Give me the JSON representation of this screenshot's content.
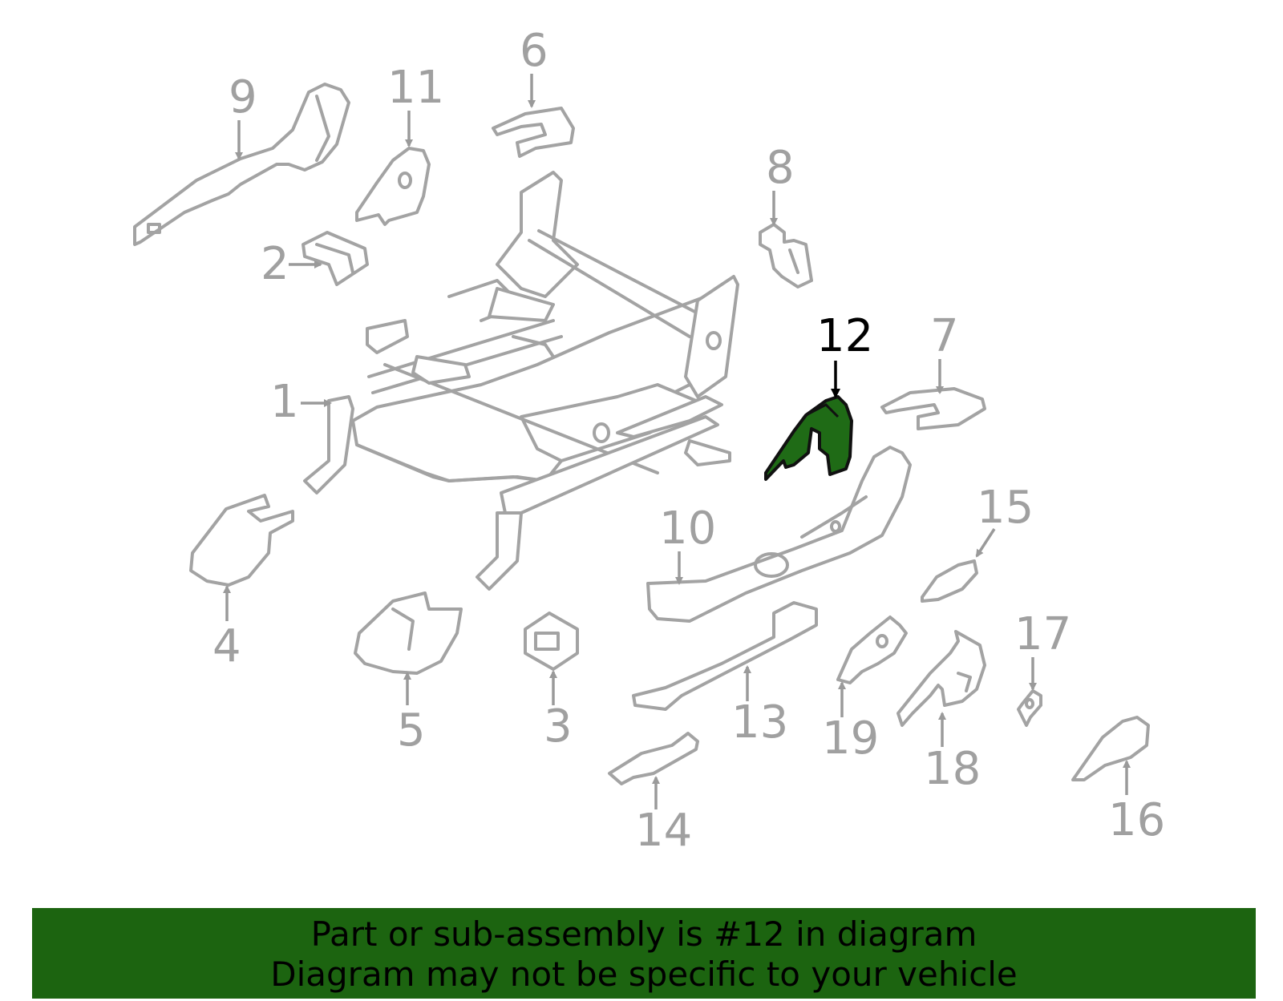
{
  "diagram": {
    "selected_part": "12",
    "callouts": {
      "c1": "1",
      "c2": "2",
      "c3": "3",
      "c4": "4",
      "c5": "5",
      "c6": "6",
      "c7": "7",
      "c8": "8",
      "c9": "9",
      "c10": "10",
      "c11": "11",
      "c12": "12",
      "c13": "13",
      "c14": "14",
      "c15": "15",
      "c16": "16",
      "c17": "17",
      "c18": "18",
      "c19": "19"
    },
    "colors": {
      "highlight": "#1f6b16",
      "banner": "#1c6410",
      "outline": "#a3a3a3"
    }
  },
  "banner": {
    "line1": "Part or sub-assembly is #12 in diagram",
    "line2": "Diagram may not be specific to your vehicle"
  }
}
